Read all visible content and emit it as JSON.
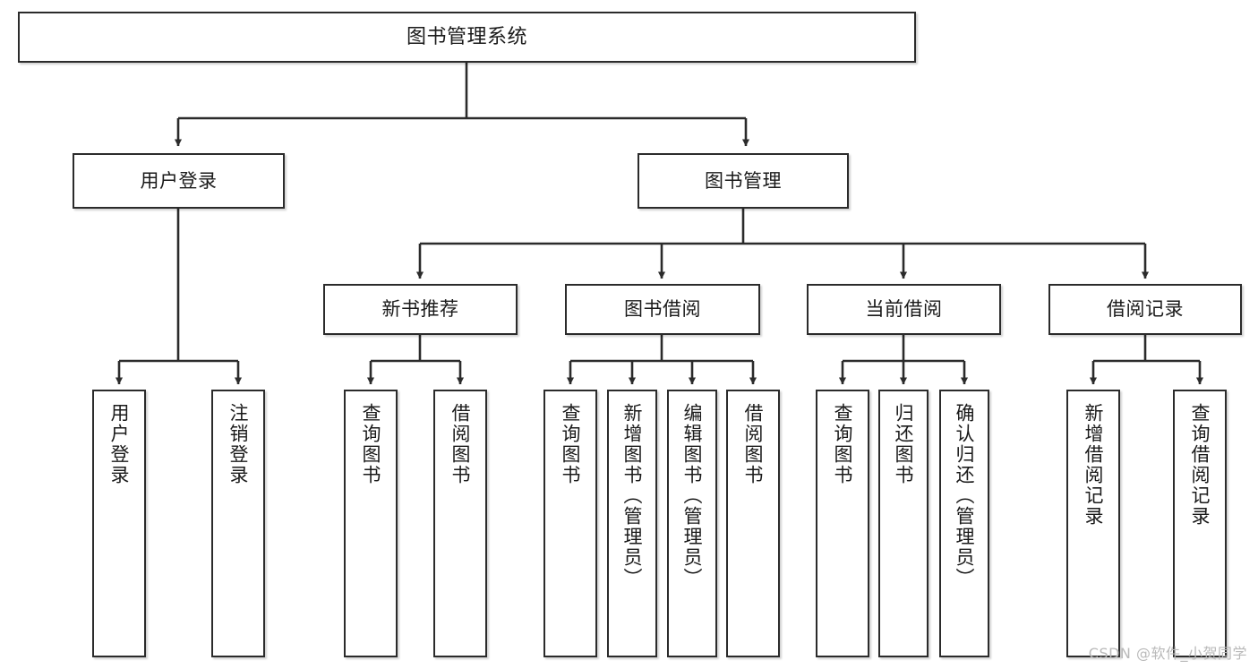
{
  "diagram": {
    "title": "图书管理系统",
    "type": "hierarchy-tree",
    "watermark": "CSDN @软件_小贺同学",
    "colors": {
      "box_stroke": "#2b2b2b",
      "box_fill": "#ffffff",
      "connector": "#2b2b2b",
      "text": "#1a1a1a",
      "watermark": "#b9b9b9",
      "background": "#ffffff"
    },
    "nodes": {
      "root": {
        "label": "图书管理系统",
        "level": 1,
        "orientation": "horizontal"
      },
      "user_login": {
        "label": "用户登录",
        "level": 2,
        "orientation": "horizontal"
      },
      "book_manage": {
        "label": "图书管理",
        "level": 2,
        "orientation": "horizontal"
      },
      "new_book_rec": {
        "label": "新书推荐",
        "level": 3,
        "orientation": "horizontal"
      },
      "book_borrow": {
        "label": "图书借阅",
        "level": 3,
        "orientation": "horizontal"
      },
      "current_borrow": {
        "label": "当前借阅",
        "level": 3,
        "orientation": "horizontal"
      },
      "borrow_record": {
        "label": "借阅记录",
        "level": 3,
        "orientation": "horizontal"
      },
      "leaf_user_login": {
        "label": "用户登录",
        "level": 4,
        "orientation": "vertical"
      },
      "leaf_logout": {
        "label": "注销登录",
        "level": 4,
        "orientation": "vertical"
      },
      "leaf_query_book_a": {
        "label": "查询图书",
        "level": 4,
        "orientation": "vertical"
      },
      "leaf_borrow_book_a": {
        "label": "借阅图书",
        "level": 4,
        "orientation": "vertical"
      },
      "leaf_query_book_b": {
        "label": "查询图书",
        "level": 4,
        "orientation": "vertical"
      },
      "leaf_add_book": {
        "label": "新增图书（管理员）",
        "level": 4,
        "orientation": "vertical"
      },
      "leaf_edit_book": {
        "label": "编辑图书（管理员）",
        "level": 4,
        "orientation": "vertical"
      },
      "leaf_borrow_book_b": {
        "label": "借阅图书",
        "level": 4,
        "orientation": "vertical"
      },
      "leaf_query_book_c": {
        "label": "查询图书",
        "level": 4,
        "orientation": "vertical"
      },
      "leaf_return_book": {
        "label": "归还图书",
        "level": 4,
        "orientation": "vertical"
      },
      "leaf_confirm_return": {
        "label": "确认归还（管理员）",
        "level": 4,
        "orientation": "vertical"
      },
      "leaf_add_record": {
        "label": "新增借阅记录",
        "level": 4,
        "orientation": "vertical"
      },
      "leaf_query_record": {
        "label": "查询借阅记录",
        "level": 4,
        "orientation": "vertical"
      }
    },
    "edges": [
      {
        "from": "root",
        "to": "user_login"
      },
      {
        "from": "root",
        "to": "book_manage"
      },
      {
        "from": "user_login",
        "to": "leaf_user_login"
      },
      {
        "from": "user_login",
        "to": "leaf_logout"
      },
      {
        "from": "book_manage",
        "to": "new_book_rec"
      },
      {
        "from": "book_manage",
        "to": "book_borrow"
      },
      {
        "from": "book_manage",
        "to": "current_borrow"
      },
      {
        "from": "book_manage",
        "to": "borrow_record"
      },
      {
        "from": "new_book_rec",
        "to": "leaf_query_book_a"
      },
      {
        "from": "new_book_rec",
        "to": "leaf_borrow_book_a"
      },
      {
        "from": "book_borrow",
        "to": "leaf_query_book_b"
      },
      {
        "from": "book_borrow",
        "to": "leaf_add_book"
      },
      {
        "from": "book_borrow",
        "to": "leaf_edit_book"
      },
      {
        "from": "book_borrow",
        "to": "leaf_borrow_book_b"
      },
      {
        "from": "current_borrow",
        "to": "leaf_query_book_c"
      },
      {
        "from": "current_borrow",
        "to": "leaf_return_book"
      },
      {
        "from": "current_borrow",
        "to": "leaf_confirm_return"
      },
      {
        "from": "borrow_record",
        "to": "leaf_add_record"
      },
      {
        "from": "borrow_record",
        "to": "leaf_query_record"
      }
    ]
  }
}
